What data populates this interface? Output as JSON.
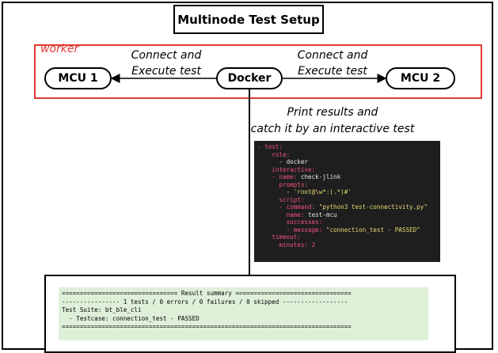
{
  "title": "Multinode Test Setup",
  "worker_label": "worker",
  "nodes": {
    "mcu1": "MCU 1",
    "docker": "Docker",
    "mcu2": "MCU 2"
  },
  "edges": {
    "left_line1": "Connect and",
    "left_line2": "Execute test",
    "right_line1": "Connect and",
    "right_line2": "Execute test"
  },
  "print_label": {
    "line1": "Print results and",
    "line2": "catch it by an interactive test"
  },
  "code_lines": [
    [
      {
        "t": "- ",
        "c": "key"
      },
      {
        "t": "test:",
        "c": "key"
      }
    ],
    [
      {
        "t": "    role:",
        "c": "key"
      }
    ],
    [
      {
        "t": "      - docker",
        "c": "plain"
      }
    ],
    [
      {
        "t": "    interactive:",
        "c": "key"
      }
    ],
    [
      {
        "t": "    - name: ",
        "c": "key"
      },
      {
        "t": "check-jlink",
        "c": "plain"
      }
    ],
    [
      {
        "t": "      prompts:",
        "c": "key"
      }
    ],
    [
      {
        "t": "        - ",
        "c": "plain"
      },
      {
        "t": "'root@\\w*:(.*)#'",
        "c": "str"
      }
    ],
    [
      {
        "t": "      script:",
        "c": "key"
      }
    ],
    [
      {
        "t": "      - command: ",
        "c": "key"
      },
      {
        "t": "\"python3 test-connectivity.py\"",
        "c": "str"
      }
    ],
    [
      {
        "t": "        name: ",
        "c": "key"
      },
      {
        "t": "test-mcu",
        "c": "plain"
      }
    ],
    [
      {
        "t": "        successes:",
        "c": "key"
      }
    ],
    [
      {
        "t": "        - message: ",
        "c": "key"
      },
      {
        "t": "\"connection_test - PASSED\"",
        "c": "str"
      }
    ],
    [
      {
        "t": "    timeout:",
        "c": "key"
      }
    ],
    [
      {
        "t": "      minutes: ",
        "c": "key"
      },
      {
        "t": "2",
        "c": "num"
      }
    ]
  ],
  "result_lines": [
    "================================ Result summary ================================",
    "---------------- 1 tests / 0 errors / 0 failures / 0 skipped ------------------",
    "Test Suite: bt_ble_cli",
    "  - Testcase: connection_test - PASSED",
    "================================================================================"
  ],
  "colors": {
    "worker_border": "#e53935",
    "code_bg": "#1e1e1e",
    "result_bg": "#dff0d8"
  }
}
